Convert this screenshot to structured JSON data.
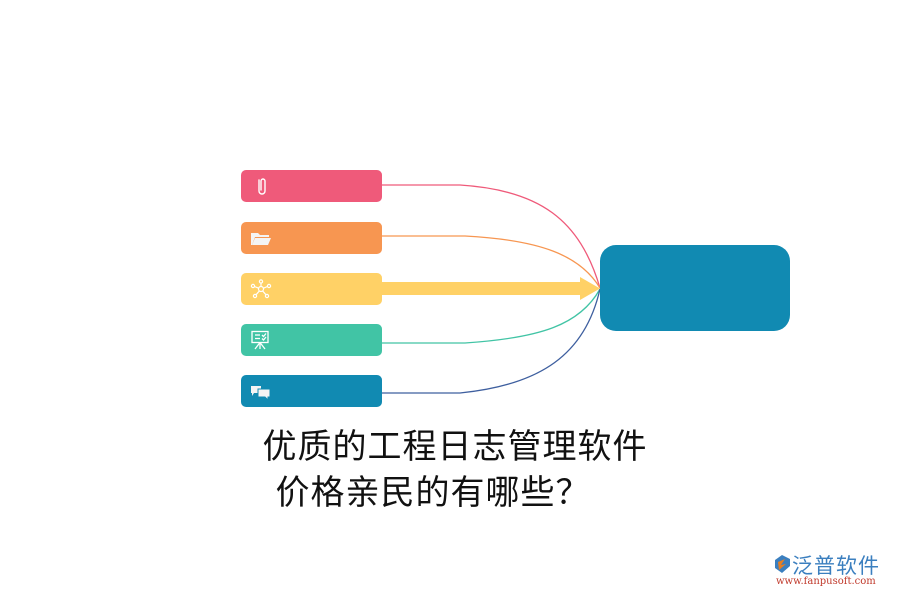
{
  "diagram": {
    "items": [
      {
        "icon": "paperclip-icon",
        "color": "#ef5a7a",
        "label": ""
      },
      {
        "icon": "folder-open-icon",
        "color": "#f79651",
        "label": ""
      },
      {
        "icon": "network-icon",
        "color": "#ffd166",
        "label": ""
      },
      {
        "icon": "presentation-board-icon",
        "color": "#41c4a5",
        "label": ""
      },
      {
        "icon": "chat-bubbles-icon",
        "color": "#118ab2",
        "label": ""
      }
    ],
    "connector_colors": [
      "#ef5a7a",
      "#f79651",
      "#ffd166",
      "#41c4a5",
      "#3e5f9f"
    ],
    "hub": {
      "color": "#118ab2",
      "label": ""
    }
  },
  "title": {
    "line1": "优质的工程日志管理软件",
    "line2": "价格亲民的有哪些？"
  },
  "logo": {
    "brand": "泛普软件",
    "url": "www.fanpusoft.com"
  }
}
